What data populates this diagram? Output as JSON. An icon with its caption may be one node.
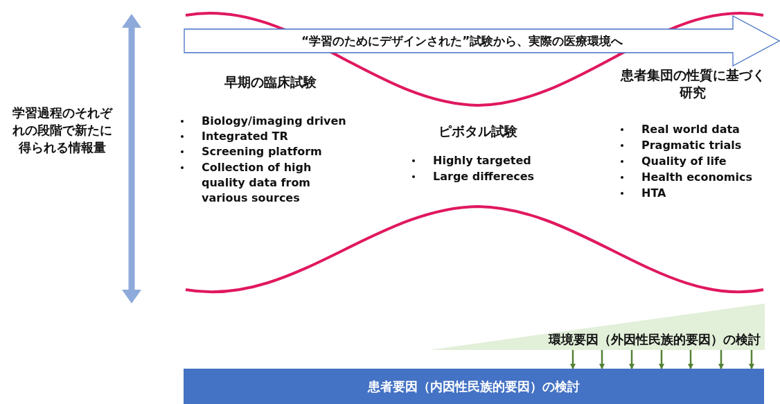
{
  "diagram": {
    "nodes": [
      {
        "text": [
          "“学習のためにデザインされた”試験から、実際の医療環境へ"
        ]
      },
      {
        "text": [
          "環境要因（外因性民族的要因）の検討"
        ]
      },
      {
        "text": [
          "患者要因（内因性民族的要因）の検討"
        ]
      }
    ],
    "edges": [
      {
        "from": 1,
        "to": 2,
        "arrow": "to"
      },
      {
        "from": 1,
        "to": 2,
        "arrow": "to"
      },
      {
        "from": 1,
        "to": 2,
        "arrow": "to"
      },
      {
        "from": 1,
        "to": 2,
        "arrow": "to"
      },
      {
        "from": 1,
        "to": 2,
        "arrow": "to"
      },
      {
        "from": 1,
        "to": 2,
        "arrow": "to"
      },
      {
        "from": 1,
        "to": 2,
        "arrow": "to"
      }
    ],
    "labels": [
      "学習過程のそれぞれの段階で新たに得られる情報量",
      "患者集団の性質に基づく研究",
      "早期の臨床試験",
      "Biology/imaging driven",
      "Integrated TR",
      "Screening platform",
      "Collection of high quality data from various sources",
      "ピボタル試験",
      "Real world data",
      "Pragmatic trials",
      "Highly targeted",
      "Quality of life",
      "Large differeces",
      "Health economics",
      "HTA"
    ]
  }
}
